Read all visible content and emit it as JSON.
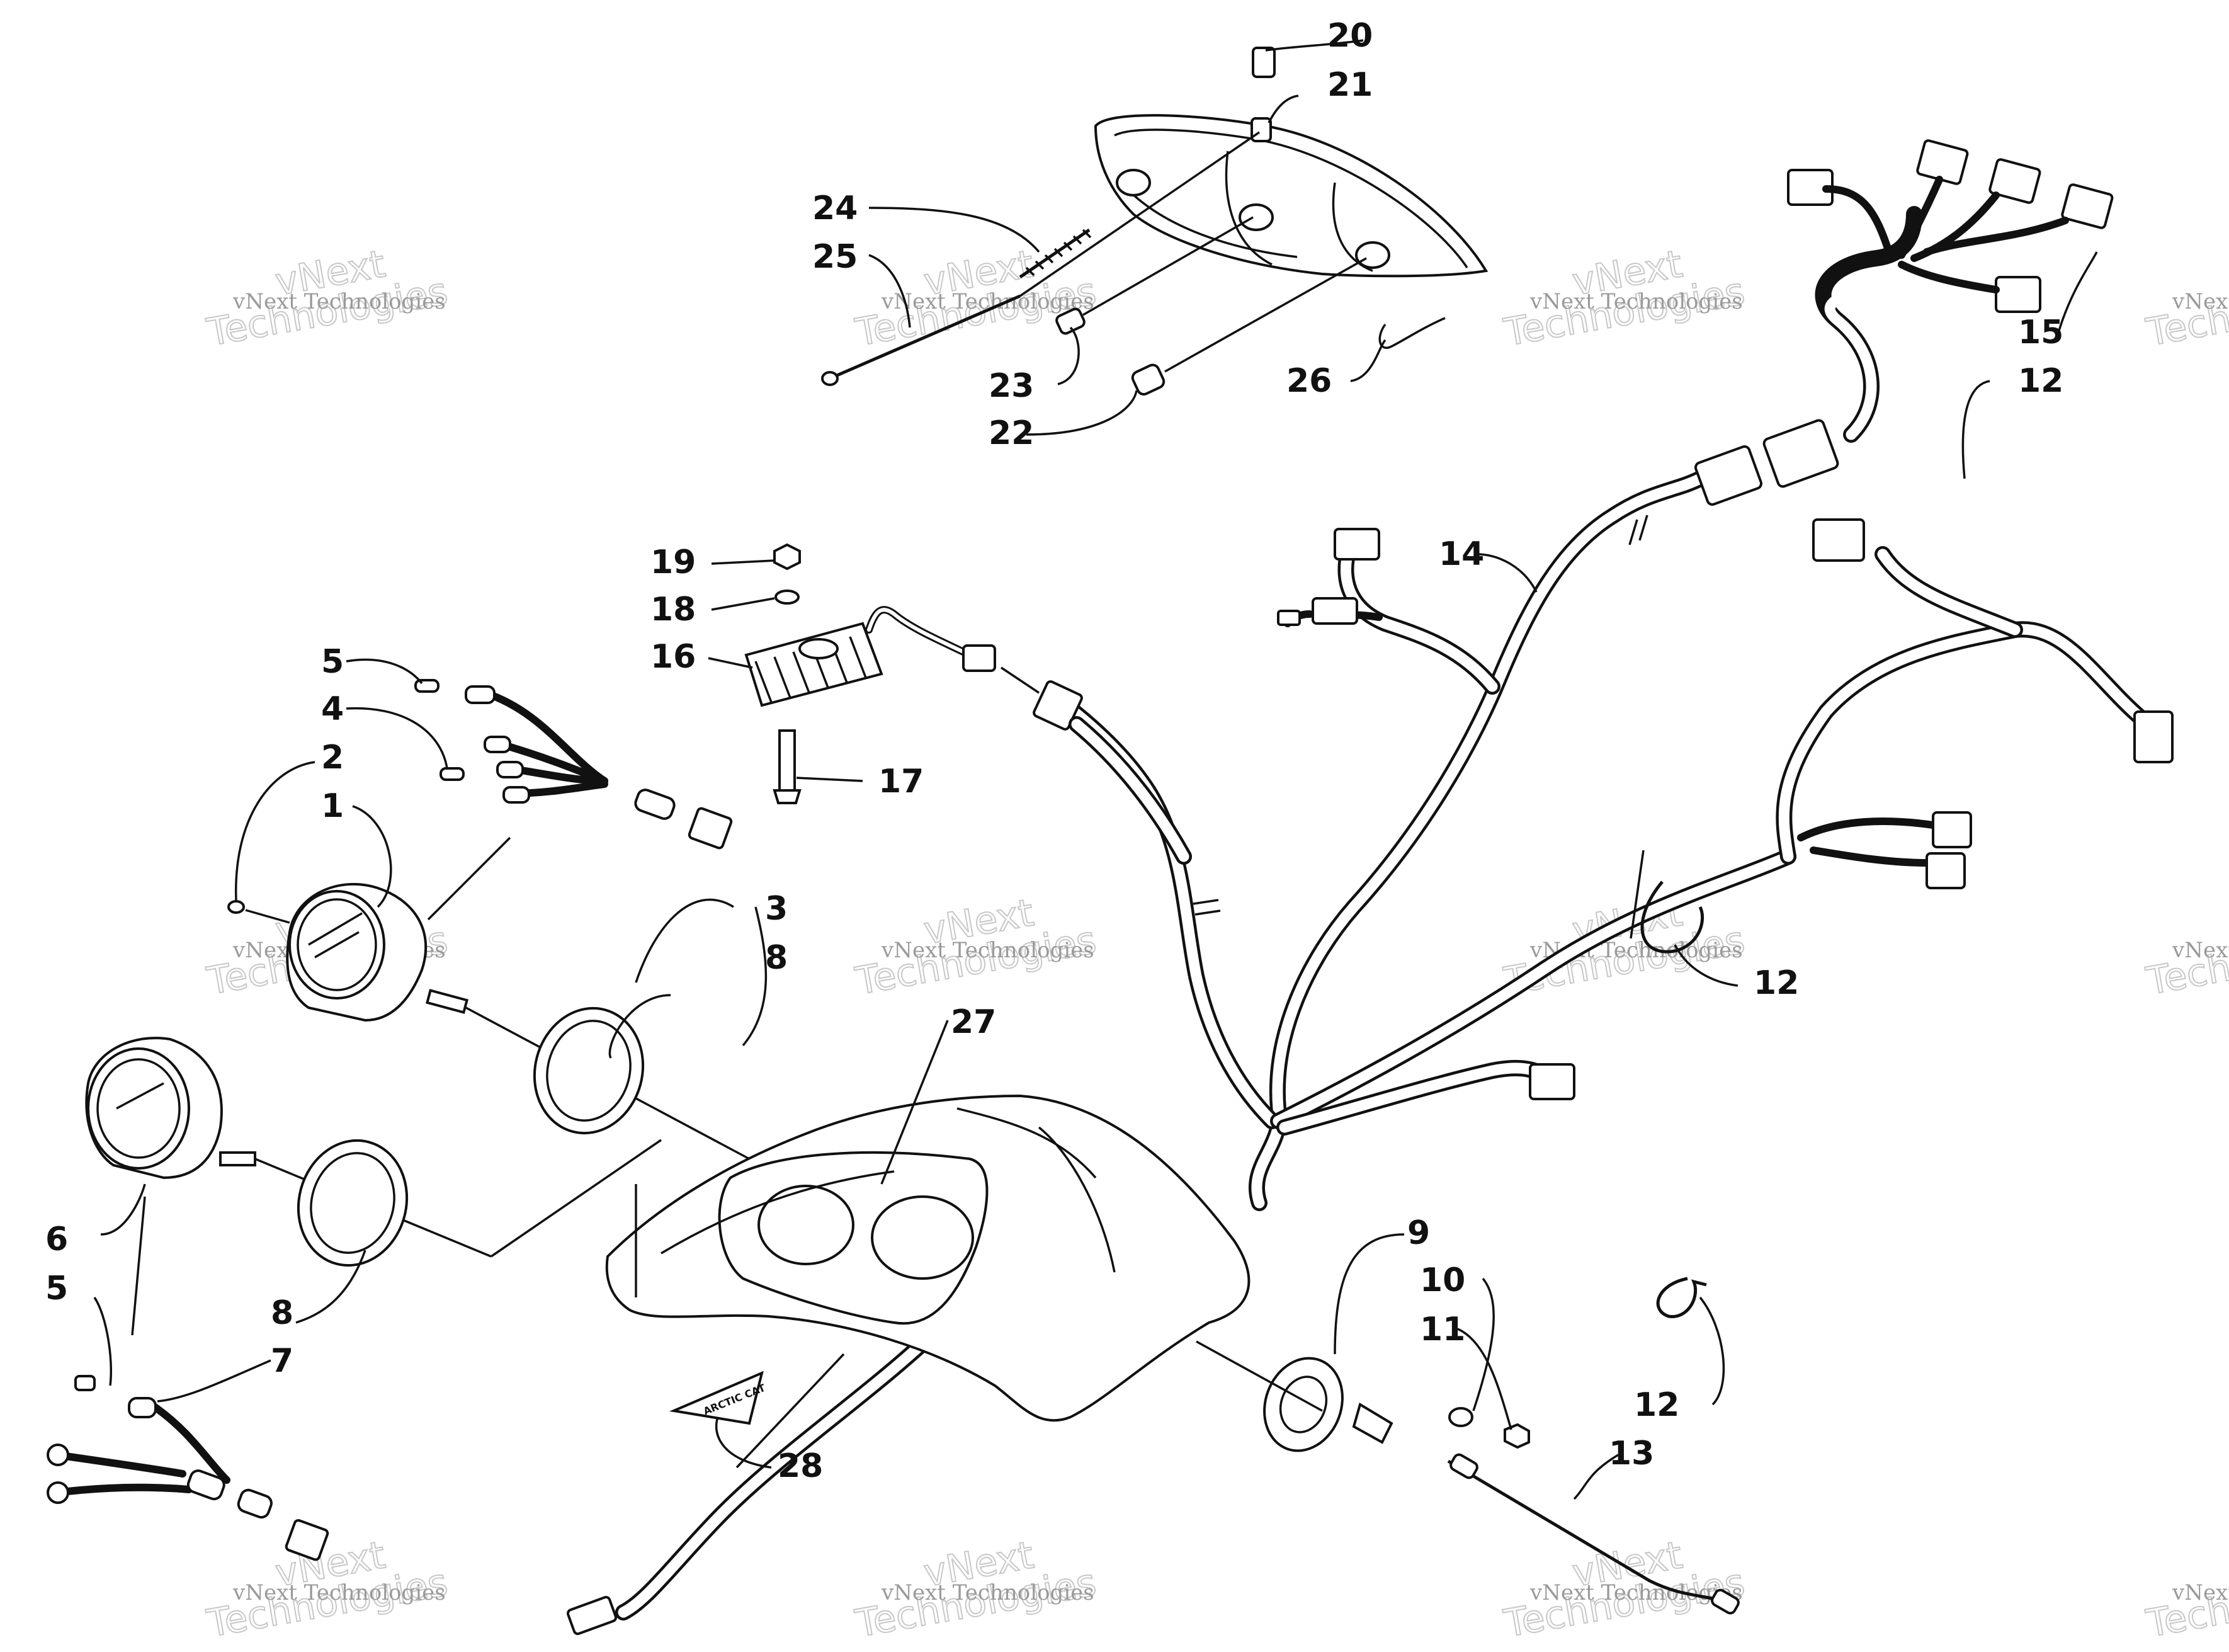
{
  "callouts": {
    "c1": "1",
    "c2": "2",
    "c3": "3",
    "c4": "4",
    "c5a": "5",
    "c5b": "5",
    "c6": "6",
    "c7": "7",
    "c8a": "8",
    "c8b": "8",
    "c9": "9",
    "c10": "10",
    "c11": "11",
    "c12a": "12",
    "c12b": "12",
    "c12c": "12",
    "c13": "13",
    "c14": "14",
    "c15": "15",
    "c16": "16",
    "c17": "17",
    "c18": "18",
    "c19": "19",
    "c20": "20",
    "c21": "21",
    "c22": "22",
    "c23": "23",
    "c24": "24",
    "c25": "25",
    "c26": "26",
    "c27": "27",
    "c28": "28"
  },
  "watermark": {
    "line1": "vNext Technologies",
    "line2": "vNext",
    "line3": "Technologies"
  },
  "decal_text": "ARCTIC CAT",
  "colors": {
    "ink": "#111111",
    "paper": "#ffffff",
    "watermark": "#9a9a9a"
  }
}
